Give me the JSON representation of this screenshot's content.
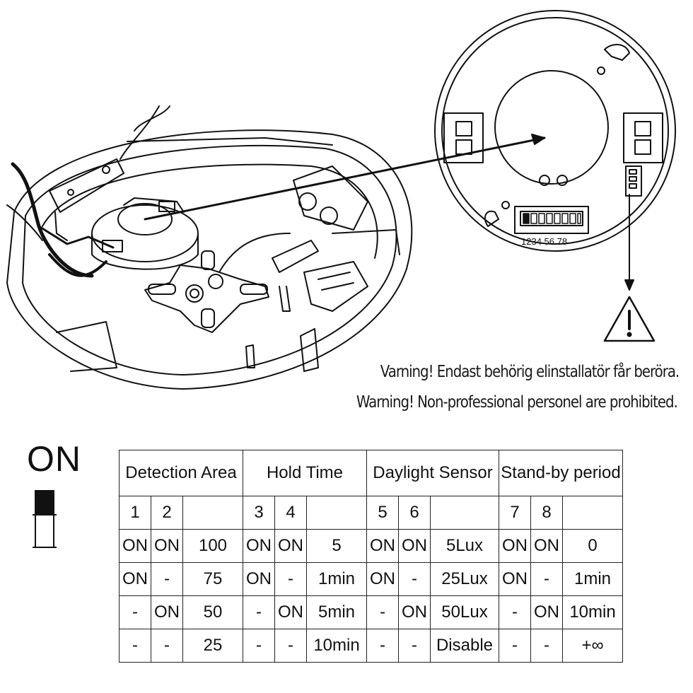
{
  "warnings": {
    "swedish": "Varning! Endast behörig elinstallatör får beröra.",
    "english": "Warning! Non-professional personel are prohibited."
  },
  "dip": {
    "on_label": "ON",
    "switch_numbers": "1234 56 78"
  },
  "table": {
    "groups": [
      {
        "title": "Detection Area",
        "switch_a": "1",
        "switch_b": "2"
      },
      {
        "title": "Hold Time",
        "switch_a": "3",
        "switch_b": "4"
      },
      {
        "title": "Daylight Sensor",
        "switch_a": "5",
        "switch_b": "6"
      },
      {
        "title": "Stand-by period",
        "switch_a": "7",
        "switch_b": "8"
      }
    ],
    "rows": [
      [
        [
          "ON",
          "ON",
          "100"
        ],
        [
          "ON",
          "ON",
          "5"
        ],
        [
          "ON",
          "ON",
          "5Lux"
        ],
        [
          "ON",
          "ON",
          "0"
        ]
      ],
      [
        [
          "ON",
          "-",
          "75"
        ],
        [
          "ON",
          "-",
          "1min"
        ],
        [
          "ON",
          "-",
          "25Lux"
        ],
        [
          "ON",
          "-",
          "1min"
        ]
      ],
      [
        [
          "-",
          "ON",
          "50"
        ],
        [
          "-",
          "ON",
          "5min"
        ],
        [
          "-",
          "ON",
          "50Lux"
        ],
        [
          "-",
          "ON",
          "10min"
        ]
      ],
      [
        [
          "-",
          "-",
          "25"
        ],
        [
          "-",
          "-",
          "10min"
        ],
        [
          "-",
          "-",
          "Disable"
        ],
        [
          "-",
          "-",
          "+∞"
        ]
      ]
    ]
  },
  "colors": {
    "line": "#111111",
    "background": "#ffffff"
  }
}
